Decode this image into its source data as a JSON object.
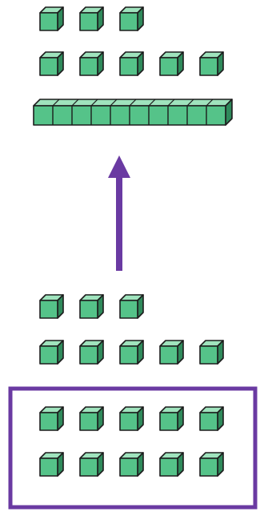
{
  "colors": {
    "cube_front": "#55c389",
    "cube_top": "#9fe3bd",
    "cube_side": "#2f8a5b",
    "outline": "#1c1c1c",
    "accent": "#6a3aa2"
  },
  "top_group": {
    "ones_row_1_count": 3,
    "ones_row_2_count": 5,
    "ten_rod_units": 10
  },
  "arrow": {
    "direction": "up"
  },
  "bottom_group": {
    "ones_row_1_count": 3,
    "ones_row_2_count": 5,
    "boxed_rows": [
      5,
      5
    ]
  }
}
